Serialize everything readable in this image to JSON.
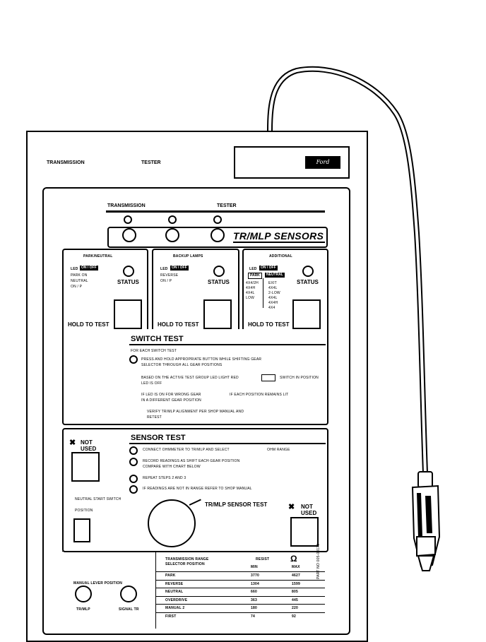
{
  "device": {
    "outer_left_label": "TRANSMISSION",
    "outer_mid_label": "TESTER",
    "logo_text": "Ford"
  },
  "panel": {
    "title_left": "TRANSMISSION",
    "title_right": "TESTER",
    "banner": "TR/MLP SENSORS"
  },
  "sections": [
    {
      "header": "PARK/NEUTRAL",
      "led_label": "LED",
      "led_chip": "ON / OFF",
      "lines": [
        "PARK ON",
        "NEUTRAL",
        "ON / P"
      ],
      "status": "STATUS",
      "hold": "HOLD TO TEST"
    },
    {
      "header": "BACKUP LAMPS",
      "led_label": "LED",
      "led_chip": "ON / OFF",
      "lines": [
        "REVERSE",
        "ON / P"
      ],
      "status": "STATUS",
      "hold": "HOLD TO TEST"
    },
    {
      "header": "ADDITIONAL",
      "led_label": "LED",
      "led_chip": "ON / OFF",
      "chip2": "NEUTRAL",
      "chip3": "PARK",
      "left_lines": [
        "4X4/2H",
        "4X4H",
        "4X4L",
        "LOW"
      ],
      "right_lines": [
        "EXIT",
        "4X4L",
        "2-LOW",
        "4X4L",
        "4X4H",
        "4X4"
      ],
      "status": "STATUS",
      "hold": "HOLD TO TEST"
    }
  ],
  "switch_test": {
    "title": "SWITCH TEST",
    "line1": "FOR EACH SWITCH TEST",
    "step1a": "PRESS AND HOLD APPROPRIATE BUTTON WHILE SHIFTING GEAR",
    "step1b": "SELECTOR THROUGH ALL GEAR POSITIONS",
    "step2a": "BASED ON THE ACTIVE TEST GROUP LED LIGHT  RED",
    "step2b": "SWITCH IN POSITION",
    "step2c": "LED IS OFF",
    "step3a": "IF LED IS  ON  FOR WRONG GEAR",
    "step3b": "IF EACH POSITION REMAINS LIT",
    "step3c": "IN A DIFFERENT GEAR POSITION",
    "step4a": "VERIFY TR/MLP ALIGNMENT PER SHOP MANUAL AND",
    "step4b": "RETEST"
  },
  "sensor_test": {
    "title": "SENSOR TEST",
    "not_used_1": "NOT USED",
    "not_used_2": "NOT USED",
    "line1": "CONNECT OHMMETER TO TR/MLP AND SELECT",
    "line1b": "OHM RANGE",
    "line2a": "RECORD READINGS  AS SHIFT EACH GEAR POSITION",
    "line2b": "COMPARE WITH CHART BELOW",
    "line3": "REPEAT STEPS  2  AND  3",
    "line4": "IF READINGS ARE NOT IN RANGE REFER TO SHOP MANUAL",
    "misc1": "NEUTRAL     START SWITCH",
    "misc2": "POSITION",
    "knob_label": "TR/MLP SENSOR TEST"
  },
  "bottom": {
    "left_label": "MANUAL LEVER POSITION",
    "jack1": "TR/MLP",
    "jack2": "SIGNAL TR",
    "table_header_1": "TRANSMISSION RANGE",
    "table_header_2": "SELECTOR POSITION",
    "col_min": "MIN",
    "col_max": "MAX",
    "ohm_label": "Ω",
    "resist": "RESIST",
    "rows": [
      {
        "pos": "PARK",
        "min": "3770",
        "max": "4627"
      },
      {
        "pos": "REVERSE",
        "min": "1304",
        "max": "1599"
      },
      {
        "pos": "NEUTRAL",
        "min": "660",
        "max": "805"
      },
      {
        "pos": "OVERDRIVE",
        "min": "363",
        "max": "445"
      },
      {
        "pos": "MANUAL 2",
        "min": "180",
        "max": "220"
      },
      {
        "pos": "FIRST",
        "min": "74",
        "max": "92"
      }
    ],
    "side_text": "PART NO  005-00172"
  }
}
